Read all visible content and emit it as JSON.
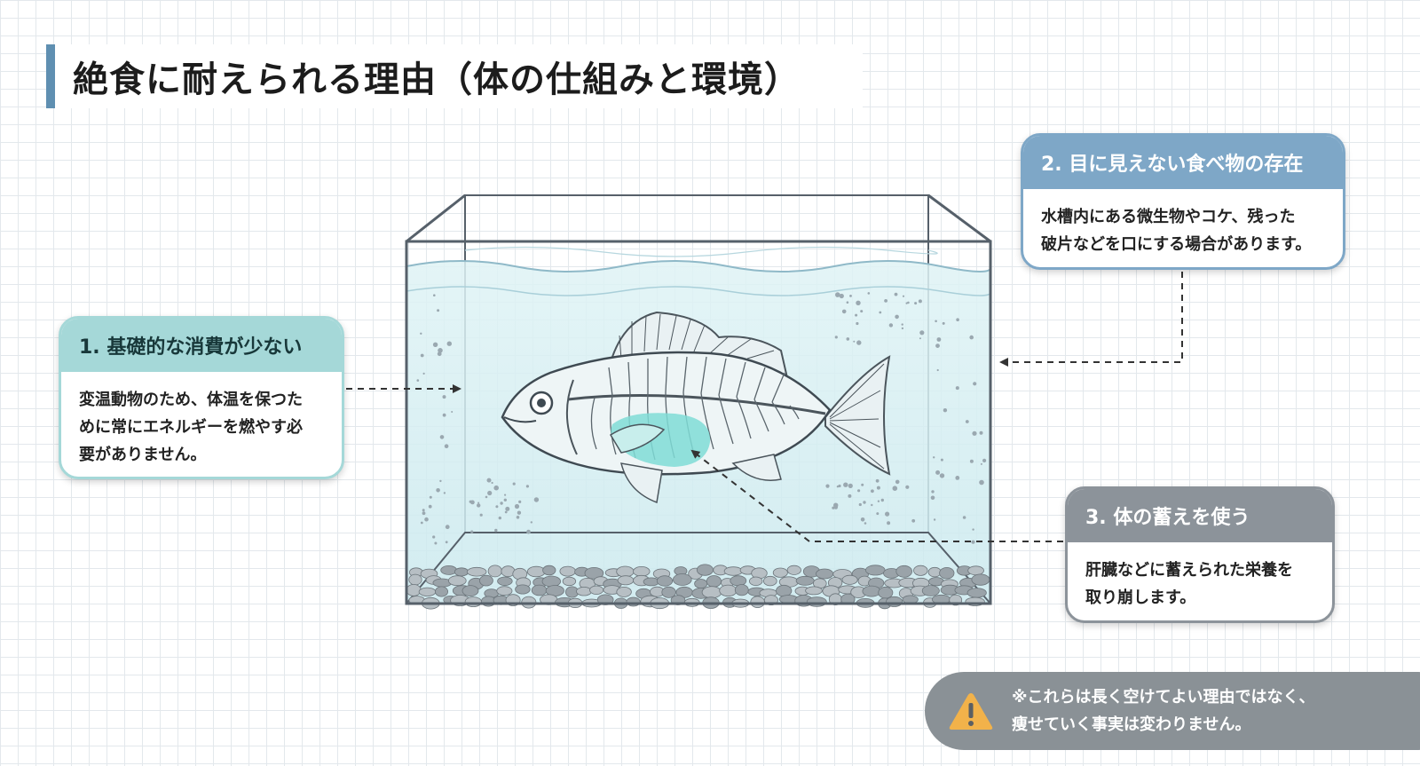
{
  "title": "絶食に耐えられる理由（体の仕組みと環境）",
  "cards": {
    "c1": {
      "header": "1. 基礎的な消費が少ない",
      "lines": [
        "変温動物のため、体温を保つた",
        "めに常にエネルギーを燃やす必",
        "要がありません。"
      ]
    },
    "c2": {
      "header": "2. 目に見えない食べ物の存在",
      "lines": [
        "水槽内にある微生物やコケ、残った",
        "破片などを口にする場合があります。"
      ]
    },
    "c3": {
      "header": "3. 体の蓄えを使う",
      "lines": [
        "肝臓などに蓄えられた栄養を",
        "取り崩します。"
      ]
    }
  },
  "warning": {
    "icon": "warning-triangle-icon",
    "lines": [
      "※これらは長く空けてよい理由ではなく、",
      "痩せていく事実は変わりません。"
    ]
  },
  "colors": {
    "title_accent": "#5f8fb1",
    "card1": "#a5d8d8",
    "card2": "#7ea7c7",
    "card3": "#8c939a",
    "water": "#d8eff2",
    "liver": "#7fdcd6",
    "warning_bg": "#8a9196",
    "warning_icon": "#f2b24a"
  }
}
